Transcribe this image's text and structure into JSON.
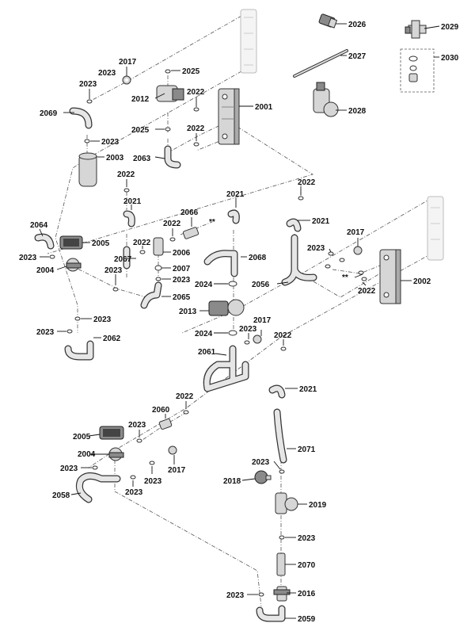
{
  "parts": {
    "p2026": "2026",
    "p2029": "2029",
    "p2027": "2027",
    "p2030": "2030",
    "p2028": "2028",
    "p2017a": "2017",
    "p2025a": "2025",
    "p2023a": "2023",
    "p2012": "2012",
    "p2022a": "2022",
    "p2001": "2001",
    "p2069": "2069",
    "p2025b": "2025",
    "p2022b": "2022",
    "p2023b": "2023",
    "p2063": "2063",
    "p2003": "2003",
    "p2022c": "2022",
    "p2022d": "2022",
    "p2021a": "2021",
    "p2021b": "2021",
    "p2064": "2064",
    "p2066": "2066",
    "p2022e": "2022",
    "p2005a": "2005",
    "p2022f": "2022",
    "p2023c": "2023",
    "p2067": "2067",
    "p2006": "2006",
    "p2068": "2068",
    "p2004a": "2004",
    "p2007": "2007",
    "p2023d": "2023",
    "p2023e": "2023",
    "p2024a": "2024",
    "p2065": "2065",
    "p2013": "2013",
    "p2023f": "2023",
    "p2024b": "2024",
    "p2017b": "2017",
    "p2023g": "2023",
    "p2022g": "2022",
    "p2062": "2062",
    "p2061": "2061",
    "p2021c": "2021",
    "p2017c": "2017",
    "p2023h": "2023",
    "p2056": "2056",
    "p2022h": "2022",
    "p2002": "2002",
    "p2021d": "2021",
    "p2022i": "2022",
    "p2060": "2060",
    "p2023i": "2023",
    "p2005b": "2005",
    "p2004b": "2004",
    "p2071": "2071",
    "p2023j": "2023",
    "p2017d": "2017",
    "p2023k": "2023",
    "p2023l": "2023",
    "p2018": "2018",
    "p2019": "2019",
    "p2058": "2058",
    "p2023m": "2023",
    "p2070": "2070",
    "p2023n": "2023",
    "p2016": "2016",
    "p2059": "2059"
  },
  "notes": {
    "star_a": "**",
    "star_b": "**"
  }
}
